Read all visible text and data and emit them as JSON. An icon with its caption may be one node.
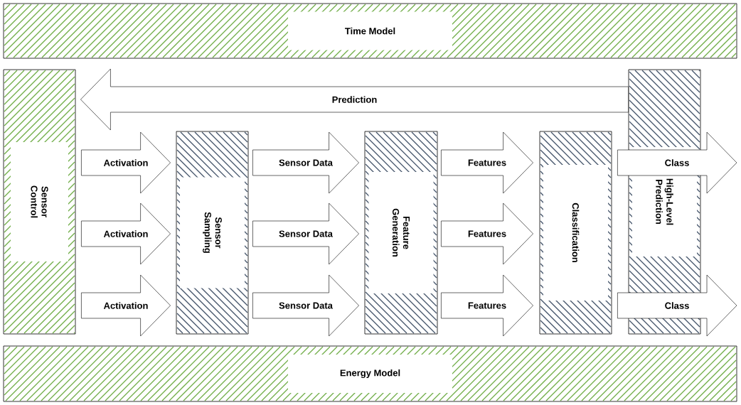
{
  "diagram": {
    "nodes": [
      {
        "text": [
          "Time Model"
        ]
      },
      {
        "text": [
          "Sensor Control"
        ]
      },
      {
        "text": [
          "Sensor Sampling"
        ]
      },
      {
        "text": [
          "Feature Generation"
        ]
      },
      {
        "text": [
          "Classification"
        ]
      },
      {
        "text": [
          "High-Level Prediction"
        ]
      },
      {
        "text": [
          "Energy Model"
        ]
      }
    ],
    "edges": [
      {
        "from": 5,
        "to": 1,
        "arrow": "to",
        "label": "Prediction"
      },
      {
        "from": 1,
        "to": 2,
        "arrow": "to",
        "label": "Activation"
      },
      {
        "from": 1,
        "to": 2,
        "arrow": "to",
        "label": "Activation"
      },
      {
        "from": 1,
        "to": 2,
        "arrow": "to",
        "label": "Activation"
      },
      {
        "from": 2,
        "to": 3,
        "arrow": "to",
        "label": "Sensor Data"
      },
      {
        "from": 2,
        "to": 3,
        "arrow": "to",
        "label": "Sensor Data"
      },
      {
        "from": 2,
        "to": 3,
        "arrow": "to",
        "label": "Sensor Data"
      },
      {
        "from": 3,
        "to": 4,
        "arrow": "to",
        "label": "Features"
      },
      {
        "from": 3,
        "to": 4,
        "arrow": "to",
        "label": "Features"
      },
      {
        "from": 3,
        "to": 4,
        "arrow": "to",
        "label": "Features"
      },
      {
        "from": 4,
        "to": null,
        "arrow": "to",
        "label": "Class"
      },
      {
        "from": 4,
        "to": null,
        "arrow": "to",
        "label": "Class"
      }
    ]
  }
}
